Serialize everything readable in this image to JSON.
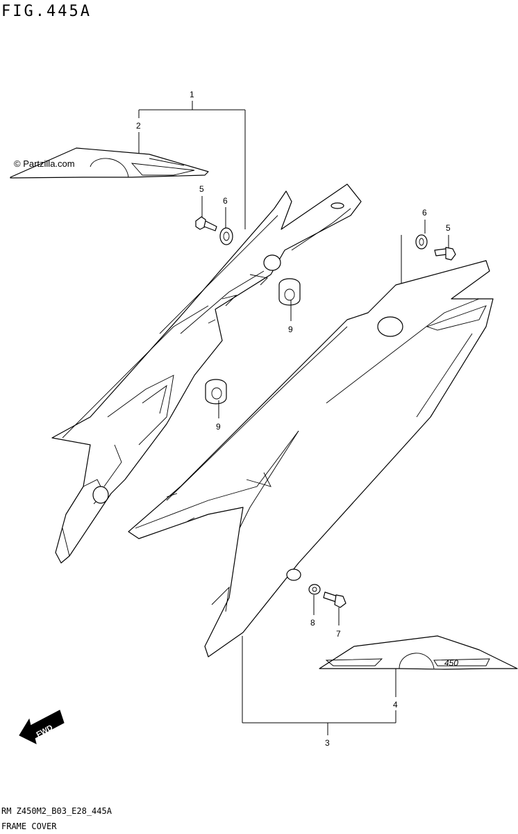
{
  "figure": {
    "title": "FIG.445A",
    "code": "RM Z450M2_B03_E28_445A",
    "name": "FRAME COVER"
  },
  "watermark": {
    "text": "© Partzilla.com"
  },
  "callouts": {
    "c1": "1",
    "c2": "2",
    "c3": "3",
    "c4": "4",
    "c5a": "5",
    "c5b": "5",
    "c6a": "6",
    "c6b": "6",
    "c7": "7",
    "c8": "8",
    "c9a": "9",
    "c9b": "9"
  },
  "fwd_badge": {
    "text": "FWD"
  },
  "decal_text": {
    "model": "450"
  }
}
